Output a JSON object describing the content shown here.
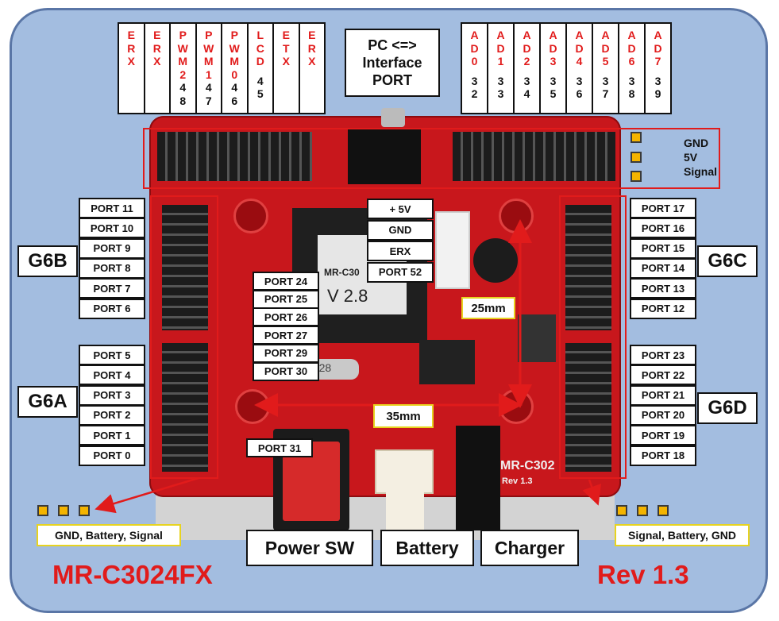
{
  "top_left_columns": [
    {
      "id": "erx1",
      "red": [
        "E",
        "R",
        "X"
      ],
      "num": []
    },
    {
      "id": "erx2",
      "red": [
        "E",
        "R",
        "X"
      ],
      "num": []
    },
    {
      "id": "pwm2",
      "red": [
        "P",
        "W",
        "M",
        "2"
      ],
      "num": [
        "4",
        "8"
      ]
    },
    {
      "id": "pwm1",
      "red": [
        "P",
        "W",
        "M",
        "1"
      ],
      "num": [
        "4",
        "7"
      ]
    },
    {
      "id": "pwm0",
      "red": [
        "P",
        "W",
        "M",
        "0"
      ],
      "num": [
        "4",
        "6"
      ]
    },
    {
      "id": "lcd",
      "red": [
        "L",
        "C",
        "D"
      ],
      "num": [
        "4",
        "5"
      ]
    },
    {
      "id": "etx",
      "red": [
        "E",
        "T",
        "X"
      ],
      "num": []
    },
    {
      "id": "erx3",
      "red": [
        "E",
        "R",
        "X"
      ],
      "num": []
    }
  ],
  "pc_interface": {
    "line1": "PC <=>",
    "line2": "Interface",
    "line3": "PORT"
  },
  "top_right_columns": [
    {
      "id": "ad0",
      "red": [
        "A",
        "D",
        "0"
      ],
      "num": [
        "3",
        "2"
      ]
    },
    {
      "id": "ad1",
      "red": [
        "A",
        "D",
        "1"
      ],
      "num": [
        "3",
        "3"
      ]
    },
    {
      "id": "ad2",
      "red": [
        "A",
        "D",
        "2"
      ],
      "num": [
        "3",
        "4"
      ]
    },
    {
      "id": "ad3",
      "red": [
        "A",
        "D",
        "3"
      ],
      "num": [
        "3",
        "5"
      ]
    },
    {
      "id": "ad4",
      "red": [
        "A",
        "D",
        "4"
      ],
      "num": [
        "3",
        "6"
      ]
    },
    {
      "id": "ad5",
      "red": [
        "A",
        "D",
        "5"
      ],
      "num": [
        "3",
        "7"
      ]
    },
    {
      "id": "ad6",
      "red": [
        "A",
        "D",
        "6"
      ],
      "num": [
        "3",
        "8"
      ]
    },
    {
      "id": "ad7",
      "red": [
        "A",
        "D",
        "7"
      ],
      "num": [
        "3",
        "9"
      ]
    }
  ],
  "top_legend": {
    "gnd": "GND",
    "v5": "5V",
    "signal": "Signal"
  },
  "left_ports_upper": [
    "PORT 11",
    "PORT 10",
    "PORT 9",
    "PORT 8",
    "PORT 7",
    "PORT 6"
  ],
  "left_ports_lower": [
    "PORT 5",
    "PORT 4",
    "PORT 3",
    "PORT 2",
    "PORT 1",
    "PORT 0"
  ],
  "right_ports_upper": [
    "PORT 17",
    "PORT 16",
    "PORT 15",
    "PORT 14",
    "PORT 13",
    "PORT 12"
  ],
  "right_ports_lower": [
    "PORT 23",
    "PORT 22",
    "PORT 21",
    "PORT 20",
    "PORT 19",
    "PORT 18"
  ],
  "center_ports": [
    "PORT 24",
    "PORT 25",
    "PORT 26",
    "PORT 27",
    "PORT 29",
    "PORT 30"
  ],
  "port31": "PORT 31",
  "power_labels": [
    "+ 5V",
    "GND",
    "ERX",
    "PORT 52"
  ],
  "groups": {
    "g6b": "G6B",
    "g6a": "G6A",
    "g6c": "G6C",
    "g6d": "G6D"
  },
  "dims": {
    "d25": "25mm",
    "d35": "35mm"
  },
  "bottom_left_legend": "GND, Battery, Signal",
  "bottom_right_legend": "Signal, Battery, GND",
  "bottom_buttons": {
    "power_sw": "Power SW",
    "battery": "Battery",
    "charger": "Charger"
  },
  "model": "MR-C3024FX",
  "revision": "Rev 1.3",
  "board_silk": {
    "chip_name": "MR-C30",
    "chip_ver": "V 2.8",
    "bottom_name": "MR-C302",
    "bottom_rev": "Rev 1.3",
    "xtal": "3728"
  },
  "colors": {
    "accent_red": "#e11b1b",
    "background": "#a3bde0",
    "board": "#c8171c",
    "pin": "#f4b400"
  }
}
